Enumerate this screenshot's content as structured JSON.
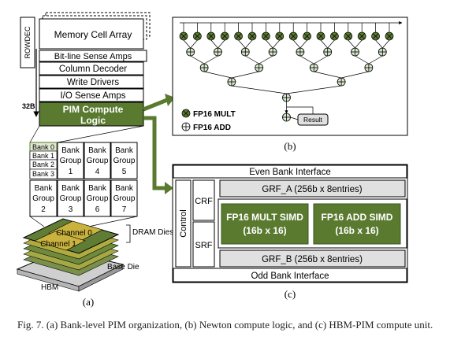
{
  "colors": {
    "green": "#5a7a30",
    "green_dark": "#3a5520",
    "grey_fill": "#e0e0e0",
    "circle_fill": "#d8e6cc"
  },
  "panel_a": {
    "rowdec": "ROWDEC",
    "memory_cell_array": "Memory Cell Array",
    "bitline_sense_amps": "Bit-line Sense Amps",
    "column_decoder": "Column Decoder",
    "write_drivers": "Write Drivers",
    "io_sense_amps": "I/O Sense Amps",
    "width_label": "32B",
    "pim_line1": "PIM Compute",
    "pim_line2": "Logic",
    "banks": [
      "Bank 0",
      "Bank 1",
      "Bank 2",
      "Bank 3"
    ],
    "bank_groups": [
      {
        "l1": "Bank",
        "l2": "Group",
        "n": "1"
      },
      {
        "l1": "Bank",
        "l2": "Group",
        "n": "4"
      },
      {
        "l1": "Bank",
        "l2": "Group",
        "n": "5"
      },
      {
        "l1": "Bank",
        "l2": "Group",
        "n": "2"
      },
      {
        "l1": "Bank",
        "l2": "Group",
        "n": "3"
      },
      {
        "l1": "Bank",
        "l2": "Group",
        "n": "6"
      },
      {
        "l1": "Bank",
        "l2": "Group",
        "n": "7"
      }
    ],
    "channel0": "Channel 0",
    "channel1": "Channel 1",
    "dram_dies": "DRAM Dies",
    "base_die": "Base Die",
    "hbm": "HBM",
    "label": "(a)"
  },
  "panel_b": {
    "legend_mult": "FP16 MULT",
    "legend_add": "FP16 ADD",
    "result": "Result",
    "label": "(b)"
  },
  "panel_c": {
    "even_bank": "Even Bank Interface",
    "odd_bank": "Odd Bank Interface",
    "control": "Control",
    "crf": "CRF",
    "srf": "SRF",
    "grf_a": "GRF_A (256b x 8entries)",
    "grf_b": "GRF_B (256b x 8entries)",
    "mult_line1": "FP16 MULT SIMD",
    "mult_line2": "(16b x 16)",
    "add_line1": "FP16 ADD SIMD",
    "add_line2": "(16b x 16)",
    "label": "(c)"
  },
  "caption": "Fig. 7.   (a) Bank-level PIM organization, (b) Newton compute logic, and (c) HBM-PIM compute unit."
}
